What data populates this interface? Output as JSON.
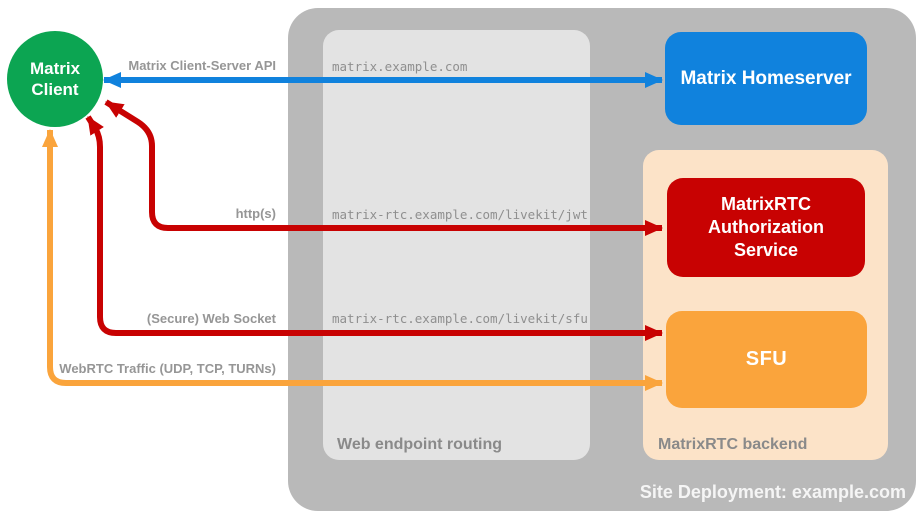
{
  "colors": {
    "background": "#ffffff",
    "deployment_bg": "#b9b9b9",
    "routing_bg": "#e3e3e3",
    "backend_bg": "#fce3c8",
    "client": "#0ca552",
    "homeserver": "#1082dd",
    "auth": "#c80202",
    "sfu": "#faa43c",
    "box_text": "#ffffff",
    "label_text": "#969696",
    "caption_text": "#8a8a8a",
    "route_text": "#8f8f8f",
    "title_text": "#f5f5f5"
  },
  "nodes": {
    "client": {
      "label": "Matrix Client"
    },
    "homeserver": {
      "label": "Matrix Homeserver"
    },
    "auth_service": {
      "label": "MatrixRTC Authorization Service"
    },
    "sfu": {
      "label": "SFU"
    }
  },
  "containers": {
    "deployment": {
      "caption": "Site Deployment: example.com"
    },
    "routing": {
      "caption": "Web endpoint routing"
    },
    "backend": {
      "caption": "MatrixRTC backend"
    }
  },
  "connections": {
    "api": {
      "label": "Matrix Client-Server API",
      "route": "matrix.example.com"
    },
    "jwt": {
      "label": "http(s)",
      "route": "matrix-rtc.example.com/livekit/jwt"
    },
    "ws": {
      "label": "(Secure) Web Socket",
      "route": "matrix-rtc.example.com/livekit/sfu"
    },
    "webrtc": {
      "label": "WebRTC Traffic (UDP, TCP, TURNs)"
    }
  }
}
